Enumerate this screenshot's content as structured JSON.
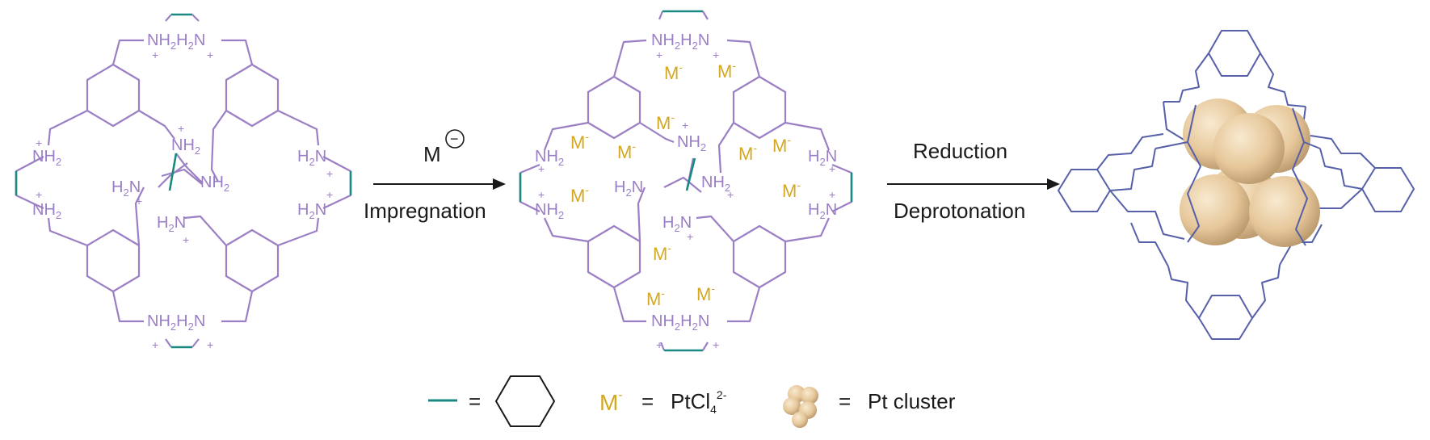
{
  "colors": {
    "cage": "#9b7fc4",
    "linker": "#1a8a82",
    "anion": "#d4a822",
    "wire": "#5560a8",
    "sphere": "#e6c79a",
    "text": "#1a1a1a"
  },
  "labels": {
    "nh2": "NH",
    "h2n": "H",
    "n": "N",
    "sub2": "2",
    "plus": "+",
    "m_anion": "M",
    "minus_sup": "-"
  },
  "arrow1": {
    "top": "M",
    "top_charge": "−",
    "bottom": "Impregnation"
  },
  "arrow2": {
    "top": "Reduction",
    "bottom": "Deprotonation"
  },
  "legend": {
    "equals": "=",
    "m": "M",
    "m_charge": "-",
    "ptcl": "PtCl",
    "ptcl_sub": "4",
    "ptcl_sup": "2-",
    "cluster_text": "Pt cluster"
  }
}
